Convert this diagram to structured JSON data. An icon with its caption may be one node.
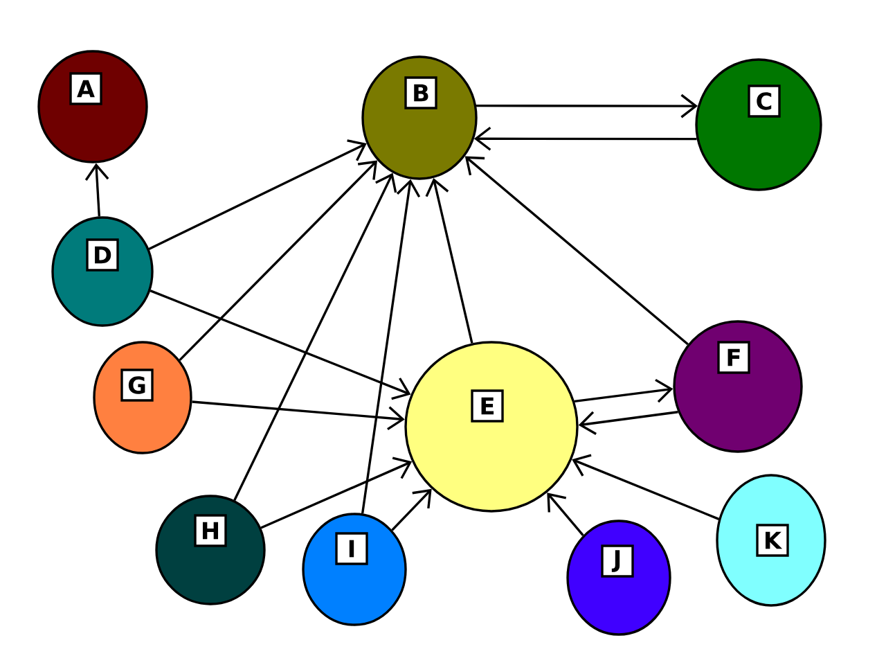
{
  "diagram": {
    "nodes": [
      {
        "text": [
          "A"
        ]
      },
      {
        "text": [
          "B"
        ]
      },
      {
        "text": [
          "C"
        ]
      },
      {
        "text": [
          "D"
        ]
      },
      {
        "text": [
          "E"
        ]
      },
      {
        "text": [
          "F"
        ]
      },
      {
        "text": [
          "G"
        ]
      },
      {
        "text": [
          "H"
        ]
      },
      {
        "text": [
          "I"
        ]
      },
      {
        "text": [
          "J"
        ]
      },
      {
        "text": [
          "K"
        ]
      }
    ],
    "edges": [
      {
        "from": 3,
        "to": 0,
        "arrow": "to"
      },
      {
        "from": 3,
        "to": 1,
        "arrow": "to"
      },
      {
        "from": 3,
        "to": 4,
        "arrow": "to"
      },
      {
        "from": 1,
        "to": 2,
        "arrow": "to"
      },
      {
        "from": 2,
        "to": 1,
        "arrow": "to"
      },
      {
        "from": 6,
        "to": 1,
        "arrow": "to"
      },
      {
        "from": 6,
        "to": 4,
        "arrow": "to"
      },
      {
        "from": 7,
        "to": 1,
        "arrow": "to"
      },
      {
        "from": 7,
        "to": 4,
        "arrow": "to"
      },
      {
        "from": 8,
        "to": 1,
        "arrow": "to"
      },
      {
        "from": 8,
        "to": 4,
        "arrow": "to"
      },
      {
        "from": 4,
        "to": 1,
        "arrow": "to"
      },
      {
        "from": 5,
        "to": 1,
        "arrow": "to"
      },
      {
        "from": 4,
        "to": 5,
        "arrow": "to"
      },
      {
        "from": 5,
        "to": 4,
        "arrow": "to"
      },
      {
        "from": 9,
        "to": 4,
        "arrow": "to"
      },
      {
        "from": 10,
        "to": 4,
        "arrow": "to"
      }
    ]
  }
}
